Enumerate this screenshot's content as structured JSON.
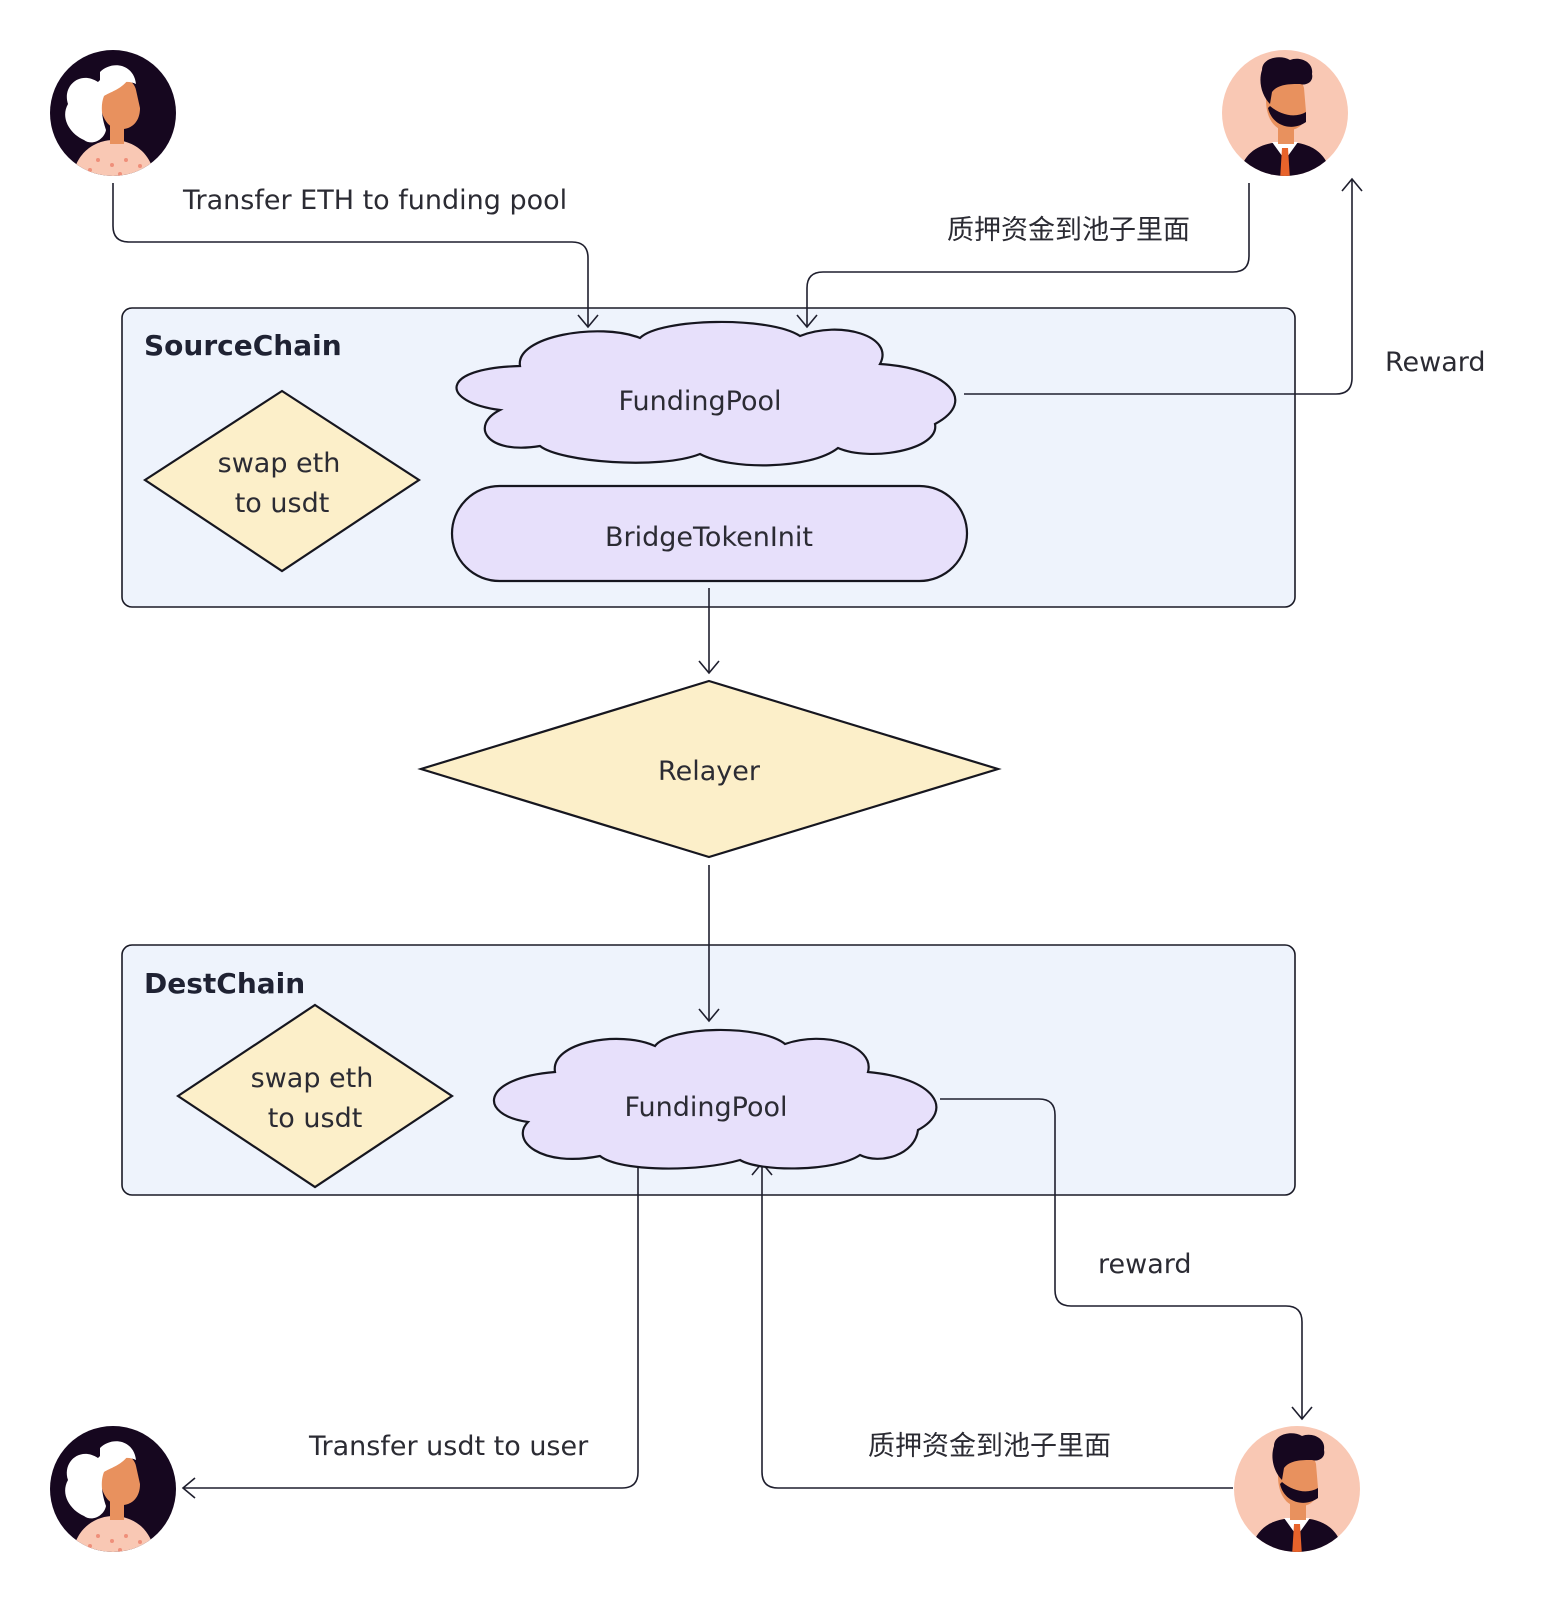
{
  "colors": {
    "container_fill": "#eef3fc",
    "cloud_fill": "#e7e0fb",
    "diamond_fill": "#fcefc9",
    "avatar_dark": "#16071f",
    "avatar_peach": "#f9c8b4"
  },
  "containers": {
    "source": {
      "title": "SourceChain"
    },
    "dest": {
      "title": "DestChain"
    }
  },
  "nodes": {
    "source_funding_pool": "FundingPool",
    "bridge_token_init": "BridgeTokenInit",
    "source_swap": [
      "swap eth",
      "to usdt"
    ],
    "relayer": "Relayer",
    "dest_funding_pool": "FundingPool",
    "dest_swap": [
      "swap eth",
      "to usdt"
    ]
  },
  "edges": {
    "transfer_eth": "Transfer ETH to funding pool",
    "stake_source": "质押资金到池子里面",
    "reward_source": "Reward",
    "reward_dest": "reward",
    "transfer_usdt": "Transfer usdt to  user",
    "stake_dest": "质押资金到池子里面"
  },
  "actors": [
    {
      "name": "woman-user-avatar",
      "kind": "user"
    },
    {
      "name": "man-staker-avatar",
      "kind": "staker"
    },
    {
      "name": "woman-user-avatar",
      "kind": "user"
    },
    {
      "name": "man-staker-avatar",
      "kind": "staker"
    }
  ]
}
